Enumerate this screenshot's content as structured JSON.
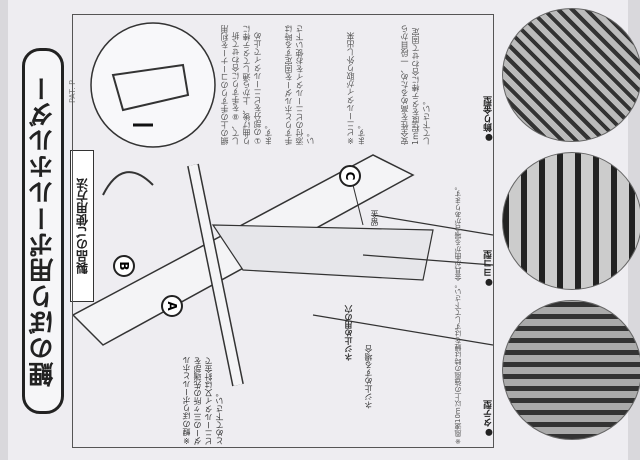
{
  "title": "鯉のぼり用ポールホルダー",
  "patent": "PAT. P",
  "usage_heading": "製品のご使用方法",
  "instructions": [
    "網の上の手すりのコーナーを利用して、⑧を手すりに合わせて折り曲げ後、上から通してタテ棒に①の部分をビニールタイで止めます。",
    "手すりとホルダーを固定する時は添付のビニールタイをお使い下さい。",
    "※ビニールタイが取り外し出来ます。"
  ],
  "caution": "安全性を高めるため、一段目から1m程度をタテ棒に合わせて固定して下さい。",
  "diagram_labels": {
    "a": "A",
    "b": "B",
    "c": "C",
    "clasp": "留金",
    "screw_hole": "ネジ止め用の穴",
    "screw_note": "ネジ止めする場合",
    "bottom_note": "※鯉のぼりポールとホルダーの三ヶ所の先端部をビニールタイ又は針金でとめて下さい。"
  },
  "photo_note": "※風速10m以上の強風の時は鯉をはずして下さい。金具が曲がる場合があります。",
  "photos": [
    {
      "caption": "●飾り金型"
    },
    {
      "caption": "●ヨコ型"
    },
    {
      "caption": "●タテ型"
    }
  ]
}
